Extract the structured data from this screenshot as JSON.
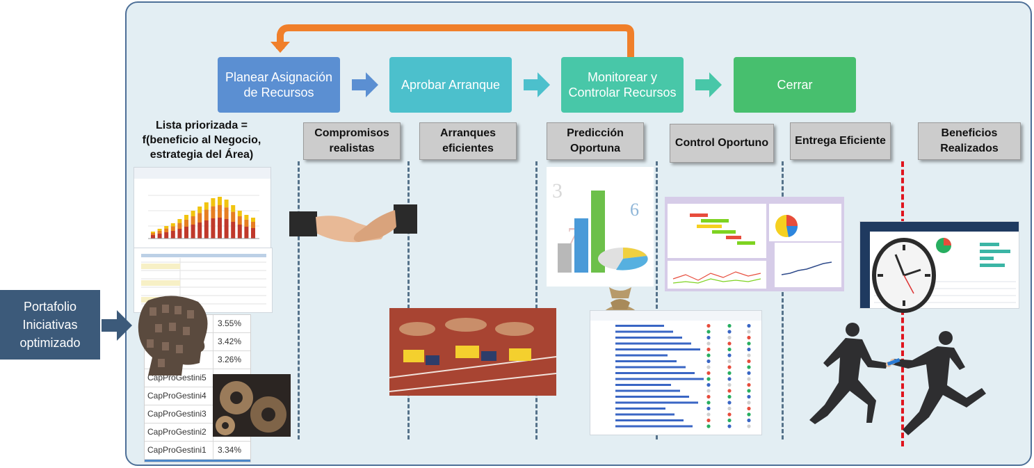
{
  "stages": [
    {
      "label": "Planear Asignación de Recursos",
      "color": "#5b8fd2"
    },
    {
      "label": "Aprobar Arranque",
      "color": "#4cc0cc"
    },
    {
      "label": "Monitorear y Controlar Recursos",
      "color": "#48c7a8"
    },
    {
      "label": "Cerrar",
      "color": "#47bf6e"
    }
  ],
  "outcomes": {
    "lista": "Lista priorizada = f(beneficio al Negocio, estrategia del Área)",
    "compromisos": "Compromisos realistas",
    "arranques": "Arranques eficientes",
    "prediccion": "Predicción Oportuna",
    "control": "Control Oportuno",
    "entrega": "Entrega Eficiente",
    "beneficios": "Beneficios Realizados"
  },
  "input": {
    "label": "Portafolio Iniciativas optimizado"
  },
  "table_rows": [
    {
      "name": "",
      "value": "3.55%"
    },
    {
      "name": "",
      "value": "3.42%"
    },
    {
      "name": "",
      "value": "3.26%"
    },
    {
      "name": "CapProGestini5",
      "value": ""
    },
    {
      "name": "CapProGestini4",
      "value": ""
    },
    {
      "name": "CapProGestini3",
      "value": ""
    },
    {
      "name": "CapProGestini2",
      "value": ""
    },
    {
      "name": "CapProGestini1",
      "value": "3.34%"
    }
  ],
  "colors": {
    "frame_bg": "#e3eef3",
    "frame_border": "#4d6f97",
    "loop_arrow": "#f07f2a",
    "label_bg": "#cccccc",
    "red_line": "#e0141e"
  }
}
